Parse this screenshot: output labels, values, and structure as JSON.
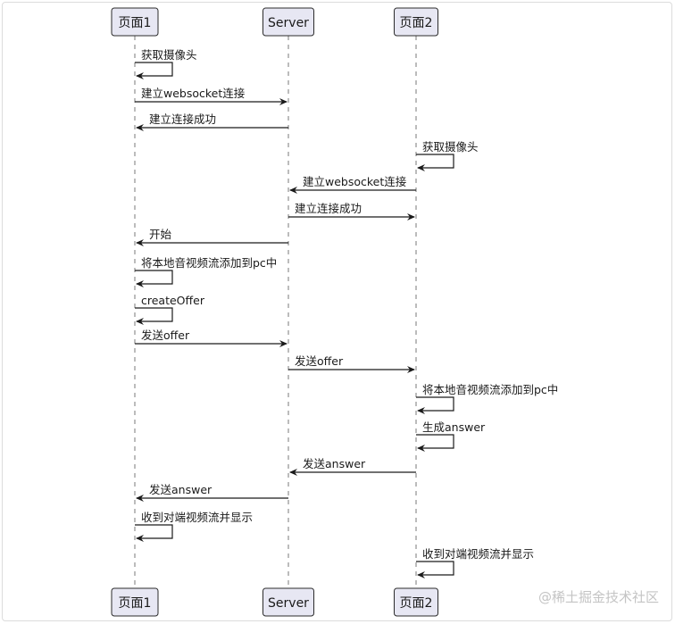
{
  "participants": [
    {
      "id": "p1",
      "label": "页面1"
    },
    {
      "id": "srv",
      "label": "Server"
    },
    {
      "id": "p2",
      "label": "页面2"
    }
  ],
  "messages": [
    {
      "from": "p1",
      "to": "p1",
      "label": "获取摄像头"
    },
    {
      "from": "p1",
      "to": "srv",
      "label": "建立websocket连接"
    },
    {
      "from": "srv",
      "to": "p1",
      "label": "建立连接成功"
    },
    {
      "from": "p2",
      "to": "p2",
      "label": "获取摄像头"
    },
    {
      "from": "p2",
      "to": "srv",
      "label": "建立websocket连接"
    },
    {
      "from": "srv",
      "to": "p2",
      "label": "建立连接成功"
    },
    {
      "from": "srv",
      "to": "p1",
      "label": "开始"
    },
    {
      "from": "p1",
      "to": "p1",
      "label": "将本地音视频流添加到pc中"
    },
    {
      "from": "p1",
      "to": "p1",
      "label": "createOffer"
    },
    {
      "from": "p1",
      "to": "srv",
      "label": "发送offer"
    },
    {
      "from": "srv",
      "to": "p2",
      "label": "发送offer"
    },
    {
      "from": "p2",
      "to": "p2",
      "label": "将本地音视频流添加到pc中"
    },
    {
      "from": "p2",
      "to": "p2",
      "label": "生成answer"
    },
    {
      "from": "p2",
      "to": "srv",
      "label": "发送answer"
    },
    {
      "from": "srv",
      "to": "p1",
      "label": "发送answer"
    },
    {
      "from": "p1",
      "to": "p1",
      "label": "收到对端视频流并显示"
    },
    {
      "from": "p2",
      "to": "p2",
      "label": "收到对端视频流并显示"
    }
  ],
  "watermark": "@稀土掘金技术社区"
}
